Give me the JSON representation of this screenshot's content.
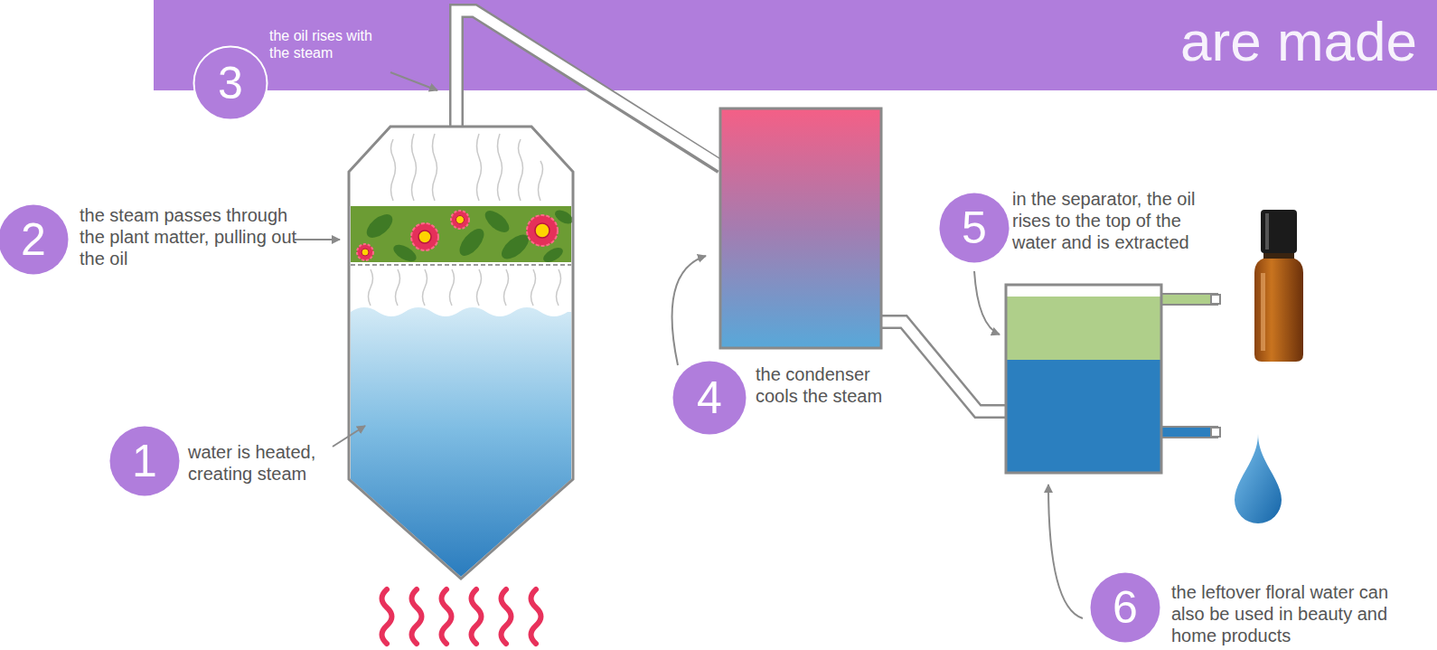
{
  "diagram": {
    "title": "are made",
    "nodes": [
      {
        "text": [
          "1"
        ]
      },
      {
        "text": [
          "2"
        ]
      },
      {
        "text": [
          "3"
        ]
      },
      {
        "text": [
          "4"
        ]
      },
      {
        "text": [
          "5"
        ]
      },
      {
        "text": [
          "6"
        ]
      }
    ],
    "labels": [
      "water is heated, creating steam",
      "the steam passes through the plant matter, pulling out the oil",
      "the oil rises with the steam",
      "the condenser cools the steam",
      "in the separator, the oil rises to the top of the water and is extracted",
      "the leftover floral water can also be used in beauty and home products"
    ]
  }
}
